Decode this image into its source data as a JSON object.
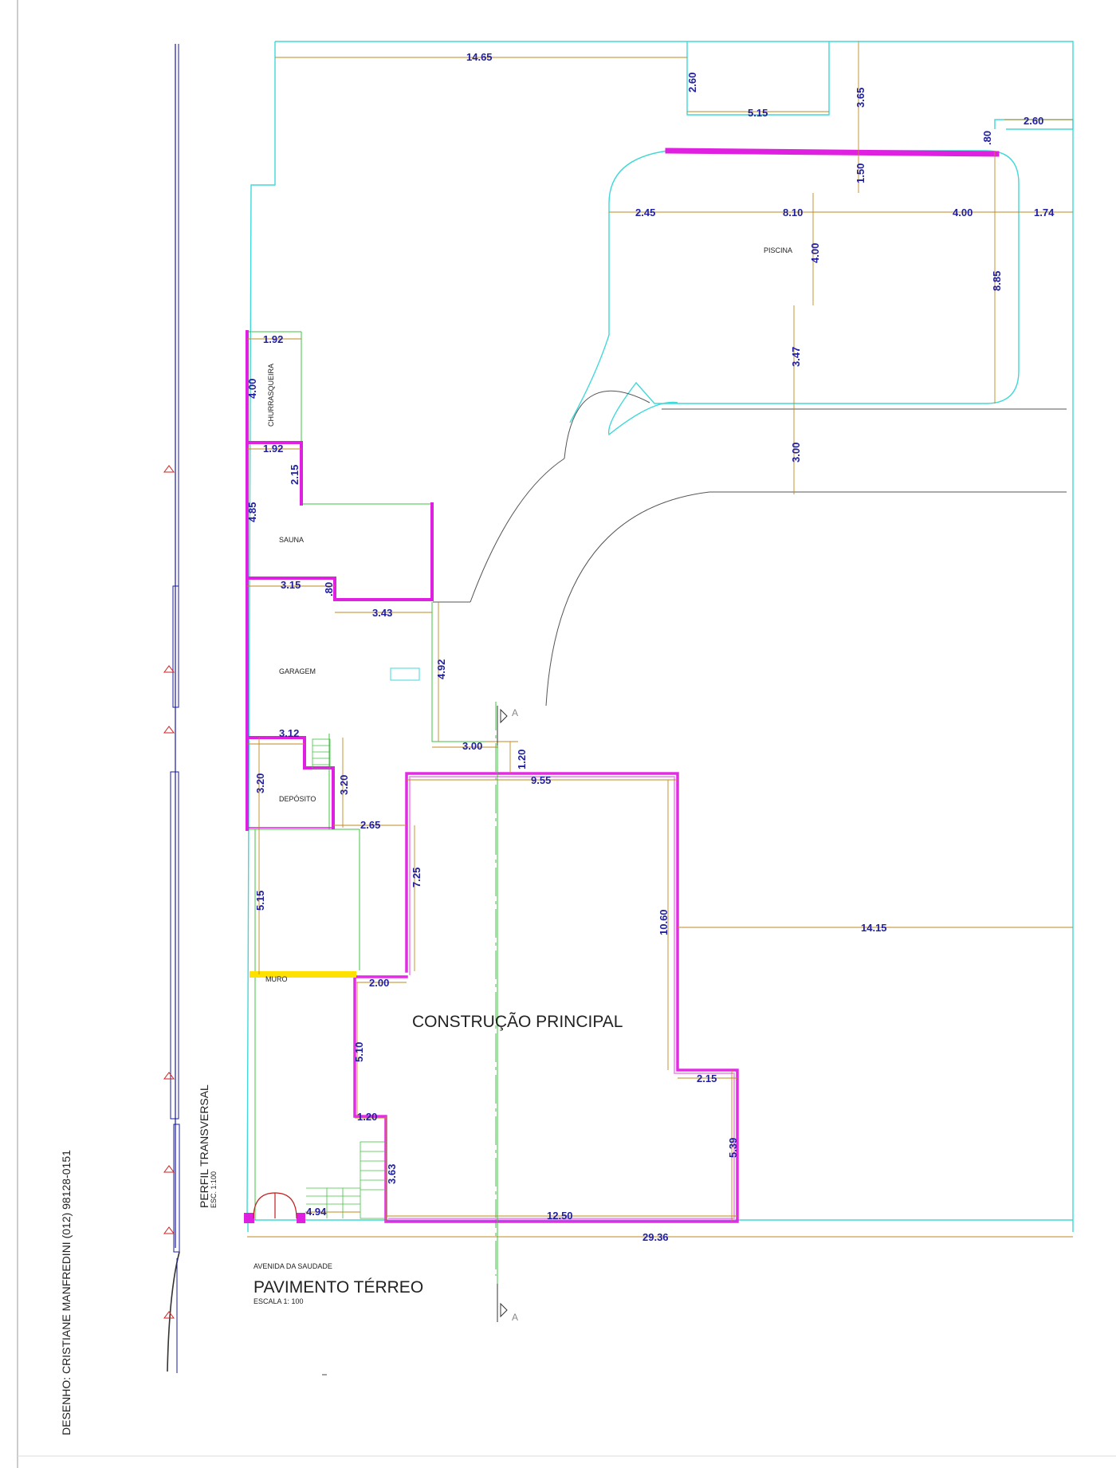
{
  "plan": {
    "title": "PAVIMENTO TÉRREO",
    "scale": "ESCALA 1: 100",
    "street": "AVENIDA DA SAUDADE",
    "main_building": "CONSTRUÇÃO PRINCIPAL",
    "author": "DESENHO: CRISTIANE MANFREDINI  (012) 98128-0151",
    "section_mark": "A"
  },
  "profile": {
    "title": "PERFIL TRANSVERSAL",
    "scale": "ESC. 1:100"
  },
  "rooms": {
    "churrasqueira": "CHURRASQUEIRA",
    "sauna": "SAUNA",
    "garagem": "GARAGEM",
    "deposito": "DEPÓSITO",
    "muro": "MURO",
    "piscina": "PISCINA"
  },
  "dimensions": {
    "top_width": "14.65",
    "box_height": "2.60",
    "box_width": "5.15",
    "pool_top_gap": "3.65",
    "pool_right_top": "2.60",
    "pool_wall": ".80",
    "pool_offset": "1.50",
    "pool_left": "2.45",
    "pool_mid": "8.10",
    "pool_right": "4.00",
    "pool_edge": "1.74",
    "pool_inner": "4.00",
    "pool_depth": "8.85",
    "pool_lower": "3.47",
    "pool_below": "3.00",
    "churr_width": "1.92",
    "churr_height": "4.00",
    "sauna_width": "1.92",
    "sauna_step": "2.15",
    "sauna_height": "4.85",
    "sauna_bottom": "3.15",
    "sauna_wall": ".80",
    "garage_width": "3.43",
    "garage_height": "4.92",
    "garage_front": "3.00",
    "garage_step": "1.20",
    "deposit_width": "3.12",
    "deposit_left": "3.20",
    "deposit_right": "3.20",
    "deposit_gap": "2.65",
    "main_top": "9.55",
    "lower_left": "5.15",
    "main_left": "7.25",
    "main_right": "10.60",
    "side_gap": "14.15",
    "muro_gap": "2.00",
    "entry_height": "5.10",
    "entry_step": "2.15",
    "entry_width": "1.20",
    "front_right": "5.39",
    "stair_height": "3.63",
    "gate_width": "4.94",
    "front_width": "12.50",
    "total_width": "29.36"
  },
  "colors": {
    "wall": "#e020e0",
    "lot": "#40d8d8",
    "dim_line": "#c08a20",
    "muro": "#ffe100",
    "green": "#40c040"
  }
}
